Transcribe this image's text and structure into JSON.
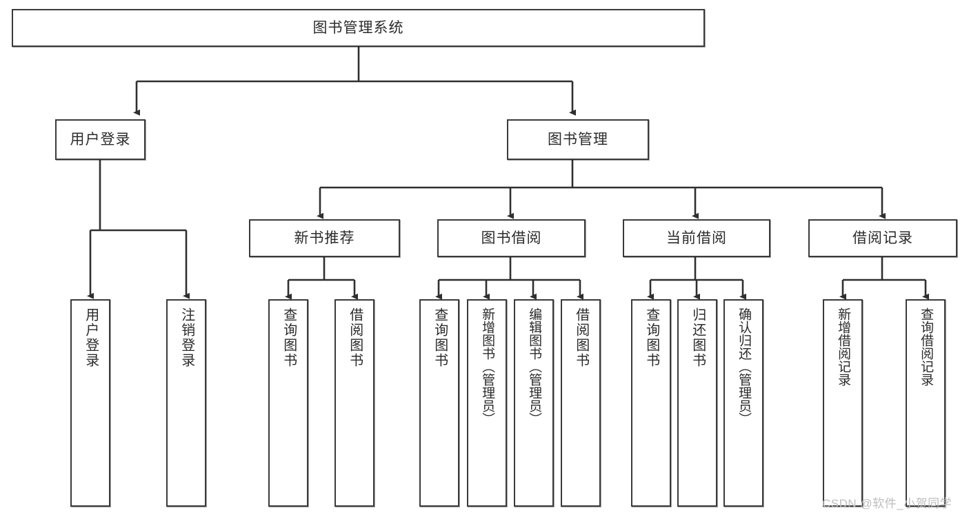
{
  "diagram": {
    "title_node": {
      "label": "图书管理系统"
    },
    "level2": [
      {
        "id": "user-login",
        "label": "用户登录"
      },
      {
        "id": "book-manage",
        "label": "图书管理"
      }
    ],
    "level3": [
      {
        "id": "new-book-recommend",
        "label": "新书推荐"
      },
      {
        "id": "book-borrow",
        "label": "图书借阅"
      },
      {
        "id": "current-borrow",
        "label": "当前借阅"
      },
      {
        "id": "borrow-record",
        "label": "借阅记录"
      }
    ],
    "leaves": {
      "user_login": [
        {
          "id": "leaf-user-login",
          "label": "用户登录"
        },
        {
          "id": "leaf-logout",
          "label": "注销登录"
        }
      ],
      "new_book_recommend": [
        {
          "id": "leaf-query-book-1",
          "label": "查询图书"
        },
        {
          "id": "leaf-borrow-book-1",
          "label": "借阅图书"
        }
      ],
      "book_borrow": [
        {
          "id": "leaf-query-book-2",
          "label": "查询图书"
        },
        {
          "id": "leaf-add-book",
          "label": "新增图书（管理员）"
        },
        {
          "id": "leaf-edit-book",
          "label": "编辑图书（管理员）"
        },
        {
          "id": "leaf-borrow-book-2",
          "label": "借阅图书"
        }
      ],
      "current_borrow": [
        {
          "id": "leaf-query-book-3",
          "label": "查询图书"
        },
        {
          "id": "leaf-return-book",
          "label": "归还图书"
        },
        {
          "id": "leaf-confirm-return",
          "label": "确认归还（管理员）"
        }
      ],
      "borrow_record": [
        {
          "id": "leaf-add-record",
          "label": "新增借阅记录"
        },
        {
          "id": "leaf-query-record",
          "label": "查询借阅记录"
        }
      ]
    },
    "watermark": "CSDN @软件_小贺同学",
    "colors": {
      "border": "#3a3a3a",
      "text": "#2b2b2b",
      "background": "#ffffff",
      "edge": "#2f2f2f",
      "watermark": "#bdbdbd"
    }
  }
}
